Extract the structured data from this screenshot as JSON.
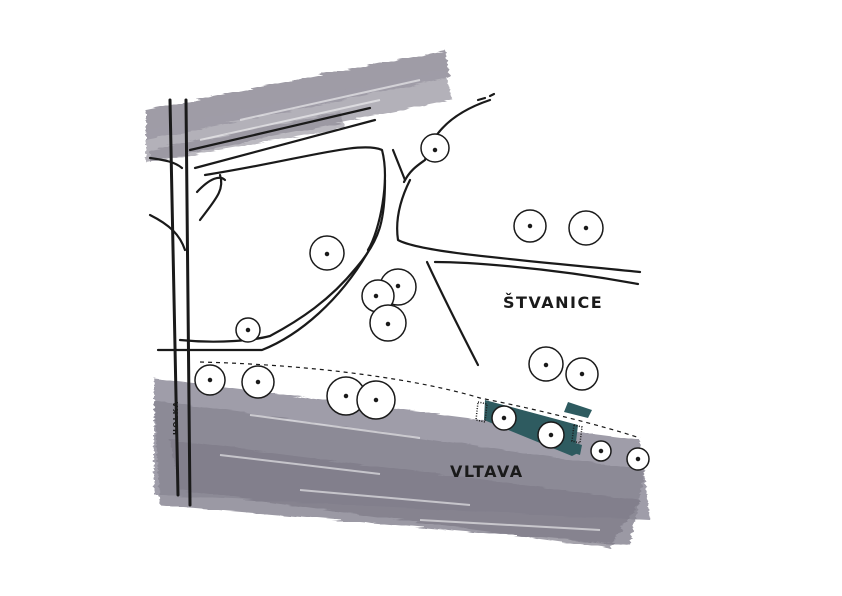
{
  "map": {
    "labels": {
      "island": "ŠTVANICE",
      "river": "VLTAVA",
      "bridge": "HOLKA"
    },
    "colors": {
      "water": "#8e8b96",
      "ink": "#1a1a1a",
      "building": "#2e5b60",
      "background": "#ffffff"
    },
    "icons": [
      "tree-icon",
      "building-icon",
      "bridge-line"
    ]
  }
}
